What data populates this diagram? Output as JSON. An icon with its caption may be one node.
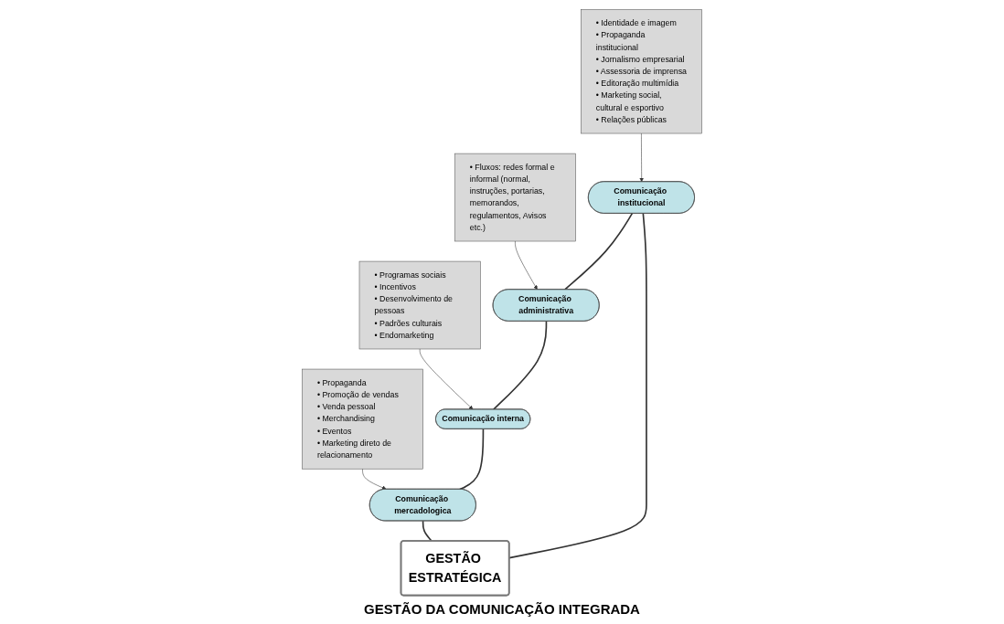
{
  "diagram": {
    "nodes": [
      {
        "text": [
          "• Identidade e imagem",
          "• Propaganda institucional",
          "• Jornalismo empresarial",
          "• Assessoria de imprensa",
          "• Editoração multimídia",
          "• Marketing social, cultural e esportivo",
          "• Relações públicas"
        ]
      },
      {
        "text": [
          "• Fluxos: redes formal e informal (normal, instruções, portarias, memorandos, regulamentos, Avisos etc.)"
        ]
      },
      {
        "text": [
          "• Programas sociais",
          "• Incentivos",
          "• Desenvolvimento de pessoas",
          "• Padrões culturais",
          "• Endomarketing"
        ]
      },
      {
        "text": [
          "• Propaganda",
          "• Promoção de vendas",
          "• Venda pessoal",
          "• Merchandising",
          "• Eventos",
          "• Marketing direto de relacionamento"
        ]
      },
      {
        "text": [
          "Comunicação institucional"
        ]
      },
      {
        "text": [
          "Comunicação administrativa"
        ]
      },
      {
        "text": [
          "Comunicação interna"
        ]
      },
      {
        "text": [
          "Comunicação mercadologica"
        ]
      },
      {
        "text": [
          "GESTÃO ESTRATÉGICA"
        ]
      }
    ],
    "edges": [
      {
        "from": 0,
        "to": 4,
        "arrow": "to"
      },
      {
        "from": 1,
        "to": 5,
        "arrow": "to"
      },
      {
        "from": 2,
        "to": 6,
        "arrow": "to"
      },
      {
        "from": 3,
        "to": 7,
        "arrow": "to"
      },
      {
        "from": 4,
        "to": 5,
        "arrow": "none"
      },
      {
        "from": 5,
        "to": 6,
        "arrow": "none"
      },
      {
        "from": 6,
        "to": 7,
        "arrow": "none"
      },
      {
        "from": 4,
        "to": 8,
        "arrow": "none"
      },
      {
        "from": 7,
        "to": 8,
        "arrow": "none"
      }
    ],
    "labels": [
      "GESTÃO DA COMUNICAÇÃO INTEGRADA"
    ]
  }
}
